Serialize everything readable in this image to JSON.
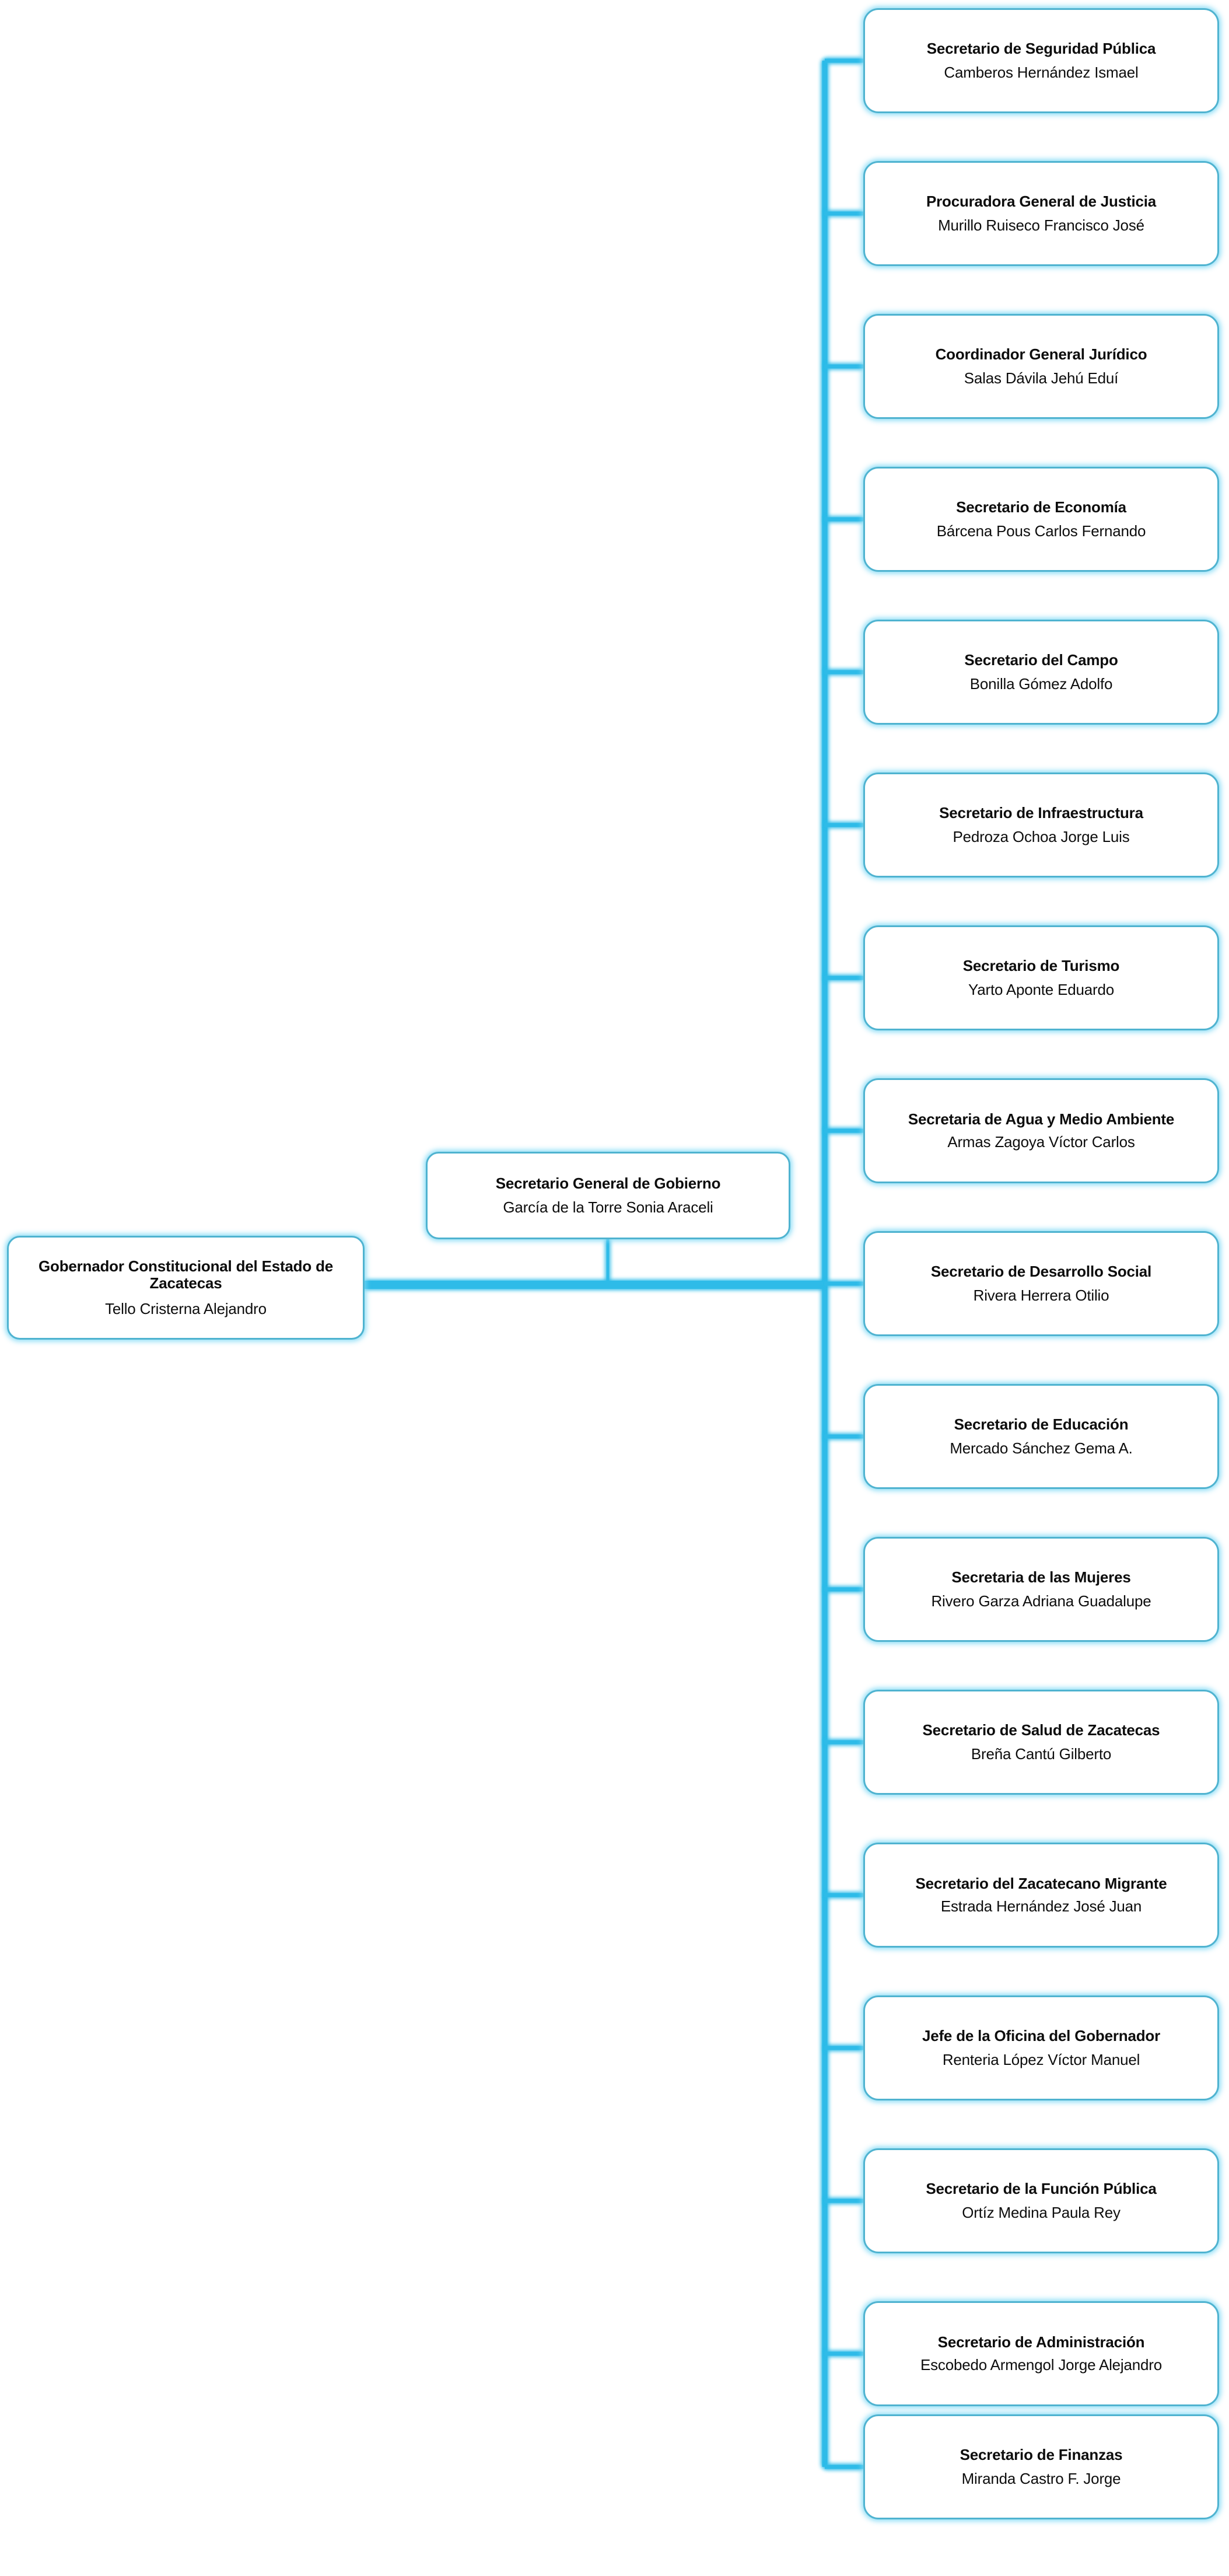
{
  "chart": {
    "type": "org-chart",
    "orientation": "horizontal-right",
    "background_color": "#ffffff",
    "node_border_color": "#4FB3D0",
    "node_glow_color": "#78D7F5",
    "connector_color": "#2FBBE8",
    "connector_glow_color": "#9BE3FA",
    "text_color": "#0d0d0d"
  },
  "root": {
    "title": "Gobernador Constitucional del Estado de Zacatecas",
    "person": "Tello Cristerna Alejandro"
  },
  "second_level": {
    "title": "Secretario General de Gobierno",
    "person": "García de la Torre Sonia Araceli"
  },
  "departments": [
    {
      "title": "Secretario de Seguridad Pública",
      "person": "Camberos Hernández Ismael"
    },
    {
      "title": "Procuradora General de Justicia",
      "person": "Murillo Ruiseco Francisco José"
    },
    {
      "title": "Coordinador General Jurídico",
      "person": "Salas Dávila Jehú Eduí"
    },
    {
      "title": "Secretario de Economía",
      "person": "Bárcena Pous Carlos Fernando"
    },
    {
      "title": "Secretario del Campo",
      "person": "Bonilla Gómez Adolfo"
    },
    {
      "title": "Secretario de Infraestructura",
      "person": "Pedroza Ochoa Jorge Luis"
    },
    {
      "title": "Secretario de Turismo",
      "person": "Yarto Aponte Eduardo"
    },
    {
      "title": "Secretaria de Agua y Medio Ambiente",
      "person": "Armas Zagoya Víctor Carlos"
    },
    {
      "title": "Secretario de Desarrollo Social",
      "person": "Rivera Herrera Otilio"
    },
    {
      "title": "Secretario de Educación",
      "person": "Mercado Sánchez Gema A."
    },
    {
      "title": "Secretaria de las Mujeres",
      "person": "Rivero Garza Adriana Guadalupe"
    },
    {
      "title": "Secretario de Salud de Zacatecas",
      "person": "Breña Cantú Gilberto"
    },
    {
      "title": "Secretario del Zacatecano Migrante",
      "person": "Estrada Hernández José Juan"
    },
    {
      "title": "Jefe de la Oficina del Gobernador",
      "person": "Renteria López Víctor Manuel"
    },
    {
      "title": "Secretario de la Función Pública",
      "person": "Ortíz Medina Paula Rey"
    },
    {
      "title": "Secretario de Administración",
      "person": "Escobedo Armengol Jorge Alejandro"
    },
    {
      "title": "Secretario de Finanzas",
      "person": "Miranda Castro F. Jorge"
    }
  ]
}
